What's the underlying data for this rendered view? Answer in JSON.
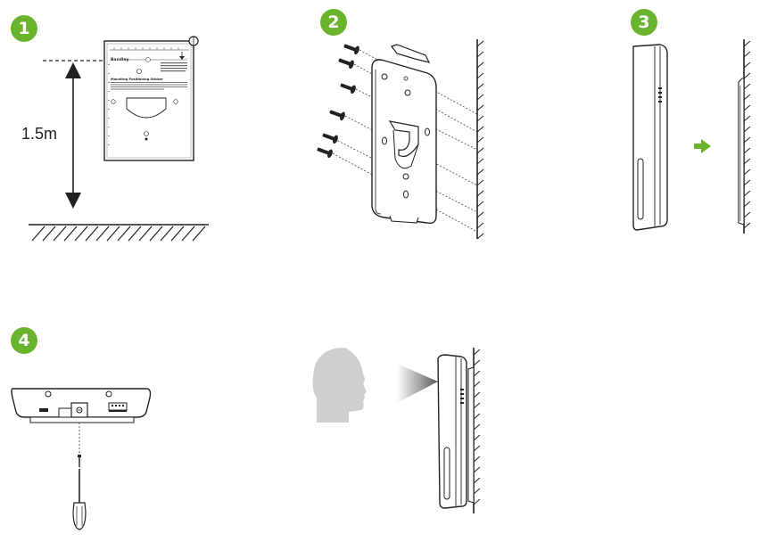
{
  "colors": {
    "accent": "#6ab42d",
    "line": "#222222",
    "device": "#ffffff",
    "head": "#cfcfcf"
  },
  "steps": [
    {
      "number": "1"
    },
    {
      "number": "2"
    },
    {
      "number": "3"
    },
    {
      "number": "4"
    }
  ],
  "step1": {
    "height_label": "1.5m",
    "sticker": {
      "brand": "Bandley",
      "title": "Mounting Positioning Sticker",
      "subtitle": "Mounting Positioning Sticker",
      "side_text": "Line recommended height when the device is on a tilted wall"
    }
  }
}
